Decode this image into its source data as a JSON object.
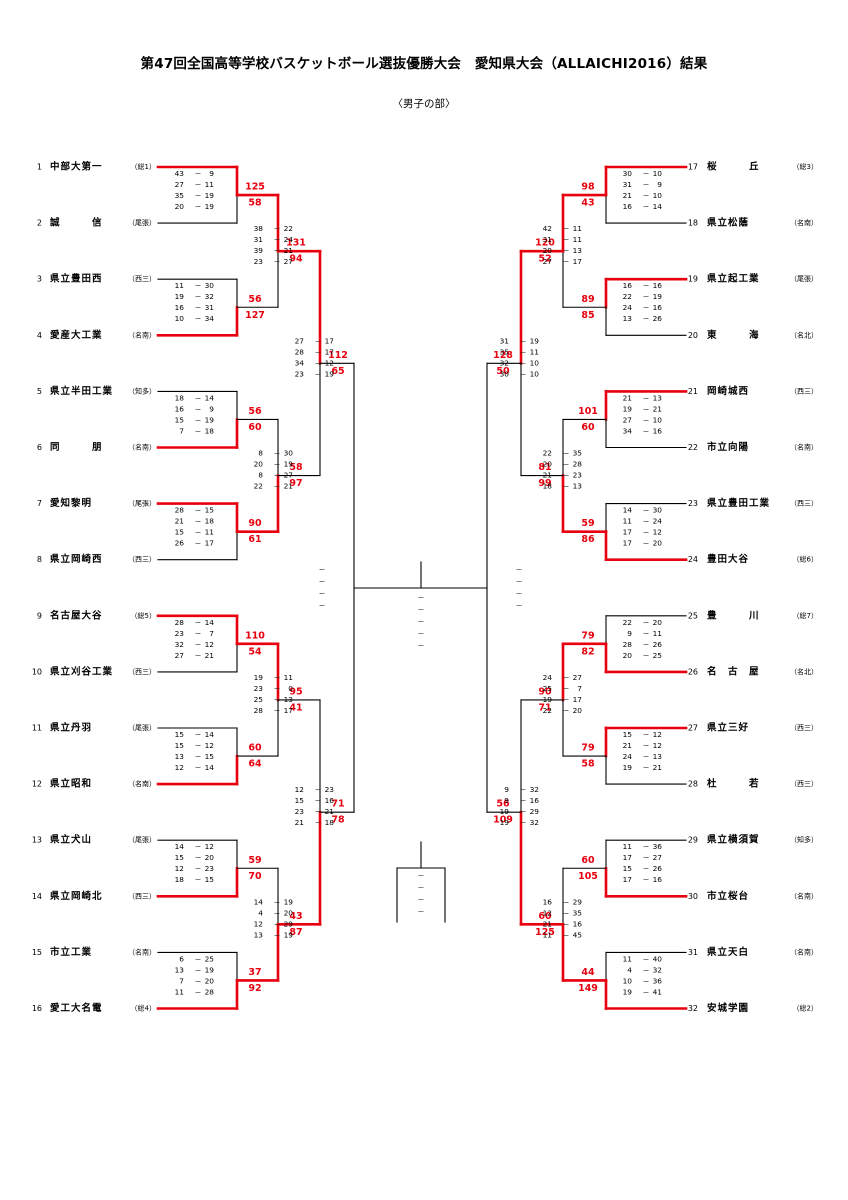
{
  "title": "第47回全国高等学校バスケットボール選抜優勝大会　愛知県大会（ALLAICHI2016）結果",
  "subtitle": "〈男子の部〉",
  "teams": [
    {
      "no": "1",
      "name": "中部大第一",
      "region": "（総1）"
    },
    {
      "no": "2",
      "name": "誠　　　信",
      "region": "（尾張）"
    },
    {
      "no": "3",
      "name": "県立豊田西",
      "region": "（西三）"
    },
    {
      "no": "4",
      "name": "愛産大工業",
      "region": "（名南）"
    },
    {
      "no": "5",
      "name": "県立半田工業",
      "region": "（知多）"
    },
    {
      "no": "6",
      "name": "同　　　朋",
      "region": "（名南）"
    },
    {
      "no": "7",
      "name": "愛知黎明",
      "region": "（尾張）"
    },
    {
      "no": "8",
      "name": "県立岡崎西",
      "region": "（西三）"
    },
    {
      "no": "9",
      "name": "名古屋大谷",
      "region": "（総5）"
    },
    {
      "no": "10",
      "name": "県立刈谷工業",
      "region": "（西三）"
    },
    {
      "no": "11",
      "name": "県立丹羽",
      "region": "（尾張）"
    },
    {
      "no": "12",
      "name": "県立昭和",
      "region": "（名南）"
    },
    {
      "no": "13",
      "name": "県立犬山",
      "region": "（尾張）"
    },
    {
      "no": "14",
      "name": "県立岡崎北",
      "region": "（西三）"
    },
    {
      "no": "15",
      "name": "市立工業",
      "region": "（名南）"
    },
    {
      "no": "16",
      "name": "愛工大名電",
      "region": "（総4）"
    },
    {
      "no": "17",
      "name": "桜　　　丘",
      "region": "（総3）"
    },
    {
      "no": "18",
      "name": "県立松蔭",
      "region": "（名南）"
    },
    {
      "no": "19",
      "name": "県立起工業",
      "region": "（尾張）"
    },
    {
      "no": "20",
      "name": "東　　　海",
      "region": "（名北）"
    },
    {
      "no": "21",
      "name": "岡崎城西",
      "region": "（西三）"
    },
    {
      "no": "22",
      "name": "市立向陽",
      "region": "（名南）"
    },
    {
      "no": "23",
      "name": "県立豊田工業",
      "region": "（西三）"
    },
    {
      "no": "24",
      "name": "豊田大谷",
      "region": "（総6）"
    },
    {
      "no": "25",
      "name": "豊　　　川",
      "region": "（総7）"
    },
    {
      "no": "26",
      "name": "名　古　屋",
      "region": "（名北）"
    },
    {
      "no": "27",
      "name": "県立三好",
      "region": "（西三）"
    },
    {
      "no": "28",
      "name": "杜　　　若",
      "region": "（西三）"
    },
    {
      "no": "29",
      "name": "県立横須賀",
      "region": "（知多）"
    },
    {
      "no": "30",
      "name": "市立桜台",
      "region": "（名南）"
    },
    {
      "no": "31",
      "name": "県立天白",
      "region": "（名南）"
    },
    {
      "no": "32",
      "name": "安城学園",
      "region": "（総2）"
    }
  ],
  "matches": [
    {
      "top": {
        "total": "125",
        "quarters": [
          "43",
          "27",
          "35",
          "20"
        ],
        "won": true
      },
      "bottom": {
        "total": "58",
        "quarters": [
          "9",
          "11",
          "19",
          "19"
        ],
        "won": false
      }
    },
    {
      "top": {
        "total": "56",
        "quarters": [
          "11",
          "19",
          "16",
          "10"
        ],
        "won": false
      },
      "bottom": {
        "total": "127",
        "quarters": [
          "30",
          "32",
          "31",
          "34"
        ],
        "won": true
      }
    },
    {
      "top": {
        "total": "56",
        "quarters": [
          "18",
          "16",
          "15",
          "7"
        ],
        "won": false
      },
      "bottom": {
        "total": "60",
        "quarters": [
          "14",
          "9",
          "19",
          "18"
        ],
        "won": true
      }
    },
    {
      "top": {
        "total": "90",
        "quarters": [
          "28",
          "21",
          "15",
          "26"
        ],
        "won": true
      },
      "bottom": {
        "total": "61",
        "quarters": [
          "15",
          "18",
          "11",
          "17"
        ],
        "won": false
      }
    },
    {
      "top": {
        "total": "110",
        "quarters": [
          "28",
          "23",
          "32",
          "27"
        ],
        "won": true
      },
      "bottom": {
        "total": "54",
        "quarters": [
          "14",
          "7",
          "12",
          "21"
        ],
        "won": false
      }
    },
    {
      "top": {
        "total": "60",
        "quarters": [
          "15",
          "15",
          "13",
          "12"
        ],
        "won": false
      },
      "bottom": {
        "total": "64",
        "quarters": [
          "14",
          "12",
          "15",
          "14"
        ],
        "won": true
      }
    },
    {
      "top": {
        "total": "59",
        "quarters": [
          "14",
          "15",
          "12",
          "18"
        ],
        "won": false
      },
      "bottom": {
        "total": "70",
        "quarters": [
          "12",
          "20",
          "23",
          "15"
        ],
        "won": true
      }
    },
    {
      "top": {
        "total": "37",
        "quarters": [
          "6",
          "13",
          "7",
          "11"
        ],
        "won": false
      },
      "bottom": {
        "total": "92",
        "quarters": [
          "25",
          "19",
          "20",
          "28"
        ],
        "won": true
      }
    },
    {
      "top": {
        "total": "131",
        "quarters": [
          "38",
          "31",
          "39",
          "23"
        ],
        "won": true
      },
      "bottom": {
        "total": "94",
        "quarters": [
          "22",
          "24",
          "21",
          "27"
        ],
        "won": false
      }
    },
    {
      "top": {
        "total": "58",
        "quarters": [
          "8",
          "20",
          "8",
          "22"
        ],
        "won": false
      },
      "bottom": {
        "total": "97",
        "quarters": [
          "30",
          "19",
          "27",
          "21"
        ],
        "won": true
      }
    },
    {
      "top": {
        "total": "95",
        "quarters": [
          "19",
          "23",
          "25",
          "28"
        ],
        "won": true
      },
      "bottom": {
        "total": "41",
        "quarters": [
          "11",
          "0",
          "13",
          "17"
        ],
        "won": false
      }
    },
    {
      "top": {
        "total": "43",
        "quarters": [
          "14",
          "4",
          "12",
          "13"
        ],
        "won": false
      },
      "bottom": {
        "total": "87",
        "quarters": [
          "19",
          "20",
          "29",
          "19"
        ],
        "won": true
      }
    },
    {
      "top": {
        "total": "112",
        "quarters": [
          "27",
          "28",
          "34",
          "23"
        ],
        "won": true
      },
      "bottom": {
        "total": "65",
        "quarters": [
          "17",
          "17",
          "12",
          "19"
        ],
        "won": false
      }
    },
    {
      "top": {
        "total": "71",
        "quarters": [
          "12",
          "15",
          "23",
          "21"
        ],
        "won": false
      },
      "bottom": {
        "total": "78",
        "quarters": [
          "23",
          "16",
          "21",
          "18"
        ],
        "won": true
      }
    },
    {
      "top": {
        "total": "98",
        "quarters": [
          "30",
          "31",
          "21",
          "16"
        ],
        "won": true
      },
      "bottom": {
        "total": "43",
        "quarters": [
          "10",
          "9",
          "10",
          "14"
        ],
        "won": false
      }
    },
    {
      "top": {
        "total": "89",
        "quarters": [
          "16",
          "22",
          "24",
          "13"
        ],
        "won": true
      },
      "bottom": {
        "total": "85",
        "quarters": [
          "16",
          "19",
          "16",
          "26"
        ],
        "won": false
      }
    },
    {
      "top": {
        "total": "101",
        "quarters": [
          "21",
          "19",
          "27",
          "34"
        ],
        "won": true
      },
      "bottom": {
        "total": "60",
        "quarters": [
          "13",
          "21",
          "10",
          "16"
        ],
        "won": false
      }
    },
    {
      "top": {
        "total": "59",
        "quarters": [
          "14",
          "11",
          "17",
          "17"
        ],
        "won": false
      },
      "bottom": {
        "total": "86",
        "quarters": [
          "30",
          "24",
          "12",
          "20"
        ],
        "won": true
      }
    },
    {
      "top": {
        "total": "79",
        "quarters": [
          "22",
          "9",
          "28",
          "20"
        ],
        "won": false
      },
      "bottom": {
        "total": "82",
        "quarters": [
          "20",
          "11",
          "26",
          "25"
        ],
        "won": true
      }
    },
    {
      "top": {
        "total": "79",
        "quarters": [
          "15",
          "21",
          "24",
          "19"
        ],
        "won": true
      },
      "bottom": {
        "total": "58",
        "quarters": [
          "12",
          "12",
          "13",
          "21"
        ],
        "won": false
      }
    },
    {
      "top": {
        "total": "60",
        "quarters": [
          "11",
          "17",
          "15",
          "17"
        ],
        "won": false
      },
      "bottom": {
        "total": "105",
        "quarters": [
          "36",
          "27",
          "26",
          "16"
        ],
        "won": true
      }
    },
    {
      "top": {
        "total": "44",
        "quarters": [
          "11",
          "4",
          "10",
          "19"
        ],
        "won": false
      },
      "bottom": {
        "total": "149",
        "quarters": [
          "40",
          "32",
          "36",
          "41"
        ],
        "won": true
      }
    },
    {
      "top": {
        "total": "120",
        "quarters": [
          "42",
          "31",
          "20",
          "27"
        ],
        "won": true
      },
      "bottom": {
        "total": "52",
        "quarters": [
          "11",
          "11",
          "13",
          "17"
        ],
        "won": false
      }
    },
    {
      "top": {
        "total": "81",
        "quarters": [
          "22",
          "20",
          "21",
          "18"
        ],
        "won": false
      },
      "bottom": {
        "total": "99",
        "quarters": [
          "35",
          "28",
          "23",
          "13"
        ],
        "won": true
      }
    },
    {
      "top": {
        "total": "90",
        "quarters": [
          "24",
          "25",
          "19",
          "22"
        ],
        "won": true
      },
      "bottom": {
        "total": "71",
        "quarters": [
          "27",
          "7",
          "17",
          "20"
        ],
        "won": false
      }
    },
    {
      "top": {
        "total": "60",
        "quarters": [
          "16",
          "12",
          "21",
          "11"
        ],
        "won": false
      },
      "bottom": {
        "total": "125",
        "quarters": [
          "29",
          "35",
          "16",
          "45"
        ],
        "won": true
      }
    },
    {
      "top": {
        "total": "128",
        "quarters": [
          "31",
          "35",
          "32",
          "30"
        ],
        "won": true
      },
      "bottom": {
        "total": "50",
        "quarters": [
          "19",
          "11",
          "10",
          "10"
        ],
        "won": false
      }
    },
    {
      "top": {
        "total": "56",
        "quarters": [
          "9",
          "9",
          "19",
          "19"
        ],
        "won": false
      },
      "bottom": {
        "total": "109",
        "quarters": [
          "32",
          "16",
          "29",
          "32"
        ],
        "won": true
      }
    }
  ],
  "colors": {
    "winner": "#e8000e",
    "loser": "#000000"
  }
}
